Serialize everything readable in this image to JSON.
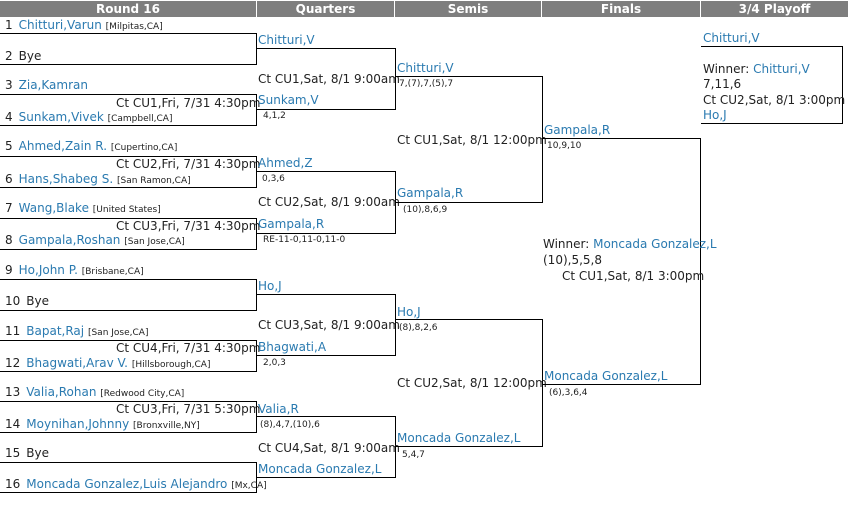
{
  "headers": {
    "round16": "Round 16",
    "quarters": "Quarters",
    "semis": "Semis",
    "finals": "Finals",
    "playoff": "3/4 Playoff"
  },
  "round16": [
    {
      "seed": "1",
      "name": "Chitturi,Varun",
      "loc": "[Milpitas,CA]"
    },
    {
      "seed": "2",
      "name": "Bye",
      "loc": ""
    },
    {
      "seed": "3",
      "name": "Zia,Kamran",
      "loc": ""
    },
    {
      "seed": "4",
      "name": "Sunkam,Vivek",
      "loc": "[Campbell,CA]"
    },
    {
      "seed": "5",
      "name": "Ahmed,Zain R.",
      "loc": "[Cupertino,CA]"
    },
    {
      "seed": "6",
      "name": "Hans,Shabeg S.",
      "loc": "[San Ramon,CA]"
    },
    {
      "seed": "7",
      "name": "Wang,Blake",
      "loc": "[United States]"
    },
    {
      "seed": "8",
      "name": "Gampala,Roshan",
      "loc": "[San Jose,CA]"
    },
    {
      "seed": "9",
      "name": "Ho,John P.",
      "loc": "[Brisbane,CA]"
    },
    {
      "seed": "10",
      "name": "Bye",
      "loc": ""
    },
    {
      "seed": "11",
      "name": "Bapat,Raj",
      "loc": "[San Jose,CA]"
    },
    {
      "seed": "12",
      "name": "Bhagwati,Arav V.",
      "loc": "[Hillsborough,CA]"
    },
    {
      "seed": "13",
      "name": "Valia,Rohan",
      "loc": "[Redwood City,CA]"
    },
    {
      "seed": "14",
      "name": "Moynihan,Johnny",
      "loc": "[Bronxville,NY]"
    },
    {
      "seed": "15",
      "name": "Bye",
      "loc": ""
    },
    {
      "seed": "16",
      "name": "Moncada Gonzalez,Luis Alejandro",
      "loc": "[Mx,CA]"
    }
  ],
  "r16_matches": [
    "Ct CU1,Fri, 7/31 4:30pm",
    "Ct CU2,Fri, 7/31 4:30pm",
    "Ct CU3,Fri, 7/31 4:30pm",
    "Ct CU4,Fri, 7/31 4:30pm",
    "Ct CU3,Fri, 7/31 5:30pm"
  ],
  "quarters": [
    {
      "name": "Chitturi,V",
      "score": ""
    },
    {
      "name": "Sunkam,V",
      "score": "4,1,2"
    },
    {
      "name": "Ahmed,Z",
      "score": "0,3,6"
    },
    {
      "name": "Gampala,R",
      "score": "RE-11-0,11-0,11-0"
    },
    {
      "name": "Ho,J",
      "score": ""
    },
    {
      "name": "Bhagwati,A",
      "score": "2,0,3"
    },
    {
      "name": "Valia,R",
      "score": "(8),4,7,(10),6"
    },
    {
      "name": "Moncada Gonzalez,L",
      "score": ""
    }
  ],
  "qf_matches": [
    "Ct CU1,Sat, 8/1 9:00am",
    "Ct CU2,Sat, 8/1 9:00am",
    "Ct CU3,Sat, 8/1 9:00am",
    "Ct CU4,Sat, 8/1 9:00am"
  ],
  "semis": [
    {
      "name": "Chitturi,V",
      "score": "7,(7),7,(5),7"
    },
    {
      "name": "Gampala,R",
      "score": "(10),8,6,9"
    },
    {
      "name": "Ho,J",
      "score": "(8),8,2,6"
    },
    {
      "name": "Moncada Gonzalez,L",
      "score": "5,4,7"
    }
  ],
  "sf_matches": [
    "Ct CU1,Sat, 8/1 12:00pm",
    "Ct CU2,Sat, 8/1 12:00pm"
  ],
  "finals": [
    {
      "name": "Gampala,R",
      "score": "10,9,10"
    },
    {
      "name": "Moncada Gonzalez,L",
      "score": "(6),3,6,4"
    }
  ],
  "final_result": {
    "winner_label": "Winner: ",
    "winner": "Moncada Gonzalez,L",
    "score": "(10),5,5,8",
    "match": "Ct CU1,Sat, 8/1 3:00pm"
  },
  "playoff": {
    "top": "Chitturi,V",
    "winner_label": "Winner: ",
    "winner": "Chitturi,V",
    "score": "7,11,6",
    "match": "Ct CU2,Sat, 8/1 3:00pm",
    "bottom": "Ho,J"
  },
  "colors": {
    "header_bg": "#7e7e7e",
    "link": "#2a7ab0"
  }
}
